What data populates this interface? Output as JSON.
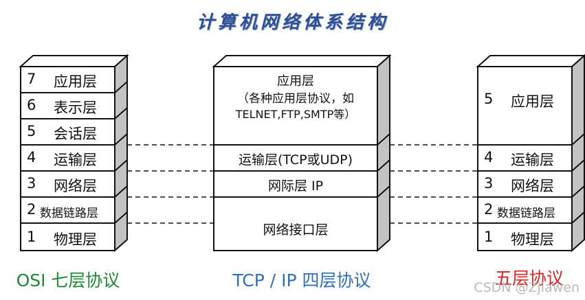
{
  "title": "计算机网络体系结构",
  "osi": {
    "caption": "OSI 七层协议",
    "caption_color": "#1e8a33",
    "layers": [
      {
        "num": "7",
        "label": "应用层"
      },
      {
        "num": "6",
        "label": "表示层"
      },
      {
        "num": "5",
        "label": "会话层"
      },
      {
        "num": "4",
        "label": "运输层"
      },
      {
        "num": "3",
        "label": "网络层"
      },
      {
        "num": "2",
        "label": "数据链路层"
      },
      {
        "num": "1",
        "label": "物理层"
      }
    ]
  },
  "tcpip": {
    "caption": "TCP / IP 四层协议",
    "caption_color": "#2f6fb9",
    "application": {
      "line1": "应用层",
      "line2": "（各种应用层协议，如",
      "line3": "TELNET,FTP,SMTP等）"
    },
    "transport": "运输层(TCP或UDP)",
    "internet": "网际层 IP",
    "network_interface": "网络接口层"
  },
  "five": {
    "caption": "五层协议",
    "caption_color": "#e02020",
    "layers": [
      {
        "num": "5",
        "label": "应用层"
      },
      {
        "num": "4",
        "label": "运输层"
      },
      {
        "num": "3",
        "label": "网络层"
      },
      {
        "num": "2",
        "label": "数据链路层"
      },
      {
        "num": "1",
        "label": "物理层"
      }
    ]
  },
  "watermark": "CSDN @Zjiawen"
}
